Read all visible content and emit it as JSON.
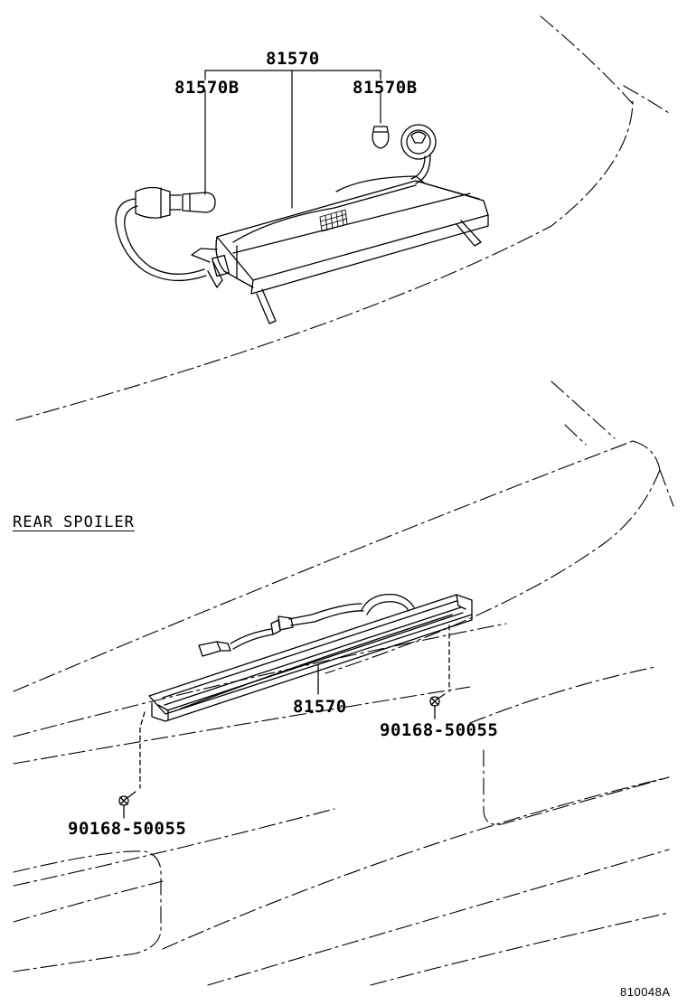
{
  "labels": {
    "top_assembly": "81570",
    "top_bulb_left": "81570B",
    "top_bulb_right": "81570B",
    "section": "REAR SPOILER",
    "lamp_assembly": "81570",
    "screw_right": "90168-50055",
    "screw_left": "90168-50055",
    "figure_ref": "810048A"
  }
}
